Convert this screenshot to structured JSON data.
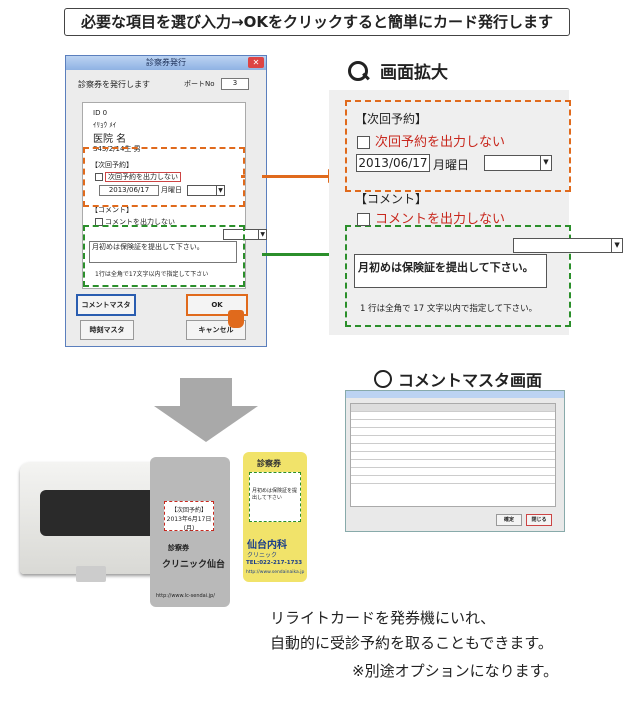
{
  "banner": {
    "text": "必要な項目を選び入力→OKをクリックすると簡単にカード発行します"
  },
  "dialog": {
    "title": "診察券発行",
    "heading": "診察券を発行します",
    "port_label": "ポートNo",
    "port_value": "3",
    "id_label": "ID 0",
    "kana": "ｲﾘｮｳ ﾒｲ",
    "name": "医院 名",
    "birth": "S45/2/14生 男",
    "next_heading": "【次回予約】",
    "next_check": "次回予約を出力しない",
    "date": "2013/06/17",
    "weekday": "月曜日",
    "comment_heading": "【コメント】",
    "comment_check": "コメントを出力しない",
    "comment_text": "月初めは保険証を提出して下さい。",
    "limit_note": "1行は全角で17文字以内で指定して下さい",
    "btn_comment_master": "コメントマスタ",
    "btn_ok": "OK",
    "btn_time_master": "時刻マスタ",
    "btn_cancel": "キャンセル"
  },
  "zoom": {
    "title": "画面拡大",
    "next_heading": "【次回予約】",
    "next_check": "次回予約を出力しない",
    "date": "2013/06/17",
    "weekday": "月曜日",
    "comment_heading": "【コメント】",
    "comment_check": "コメントを出力しない",
    "comment_text": "月初めは保険証を提出して下さい。",
    "limit_note": "1 行は全角で 17 文字以内で指定して下さい。"
  },
  "comment_master": {
    "title": "コメントマスタ画面",
    "btn_apply": "確定",
    "btn_close": "閉じる"
  },
  "card1": {
    "next_label": "【次回予約】",
    "next_date": "2013年6月17日(月)",
    "clinic": "クリニック仙台",
    "url": "http://www.lc-sendai.jp/",
    "badge": "診察券"
  },
  "card2": {
    "title": "診察券",
    "msg": "月初めは保険証を提出して下さい",
    "clinic": "仙台内科",
    "clinic_sub": "クリニック",
    "tel": "TEL:022-217-1733",
    "url": "http://www.sendainaika.jp"
  },
  "captions": {
    "line1": "リライトカードを発券機にいれ、",
    "line2": "自動的に受診予約を取ることもできます。",
    "line3": "※別途オプションになります。"
  },
  "colors": {
    "orange": "#e06a1c",
    "green": "#2b8f2b",
    "red": "#c8281e"
  }
}
